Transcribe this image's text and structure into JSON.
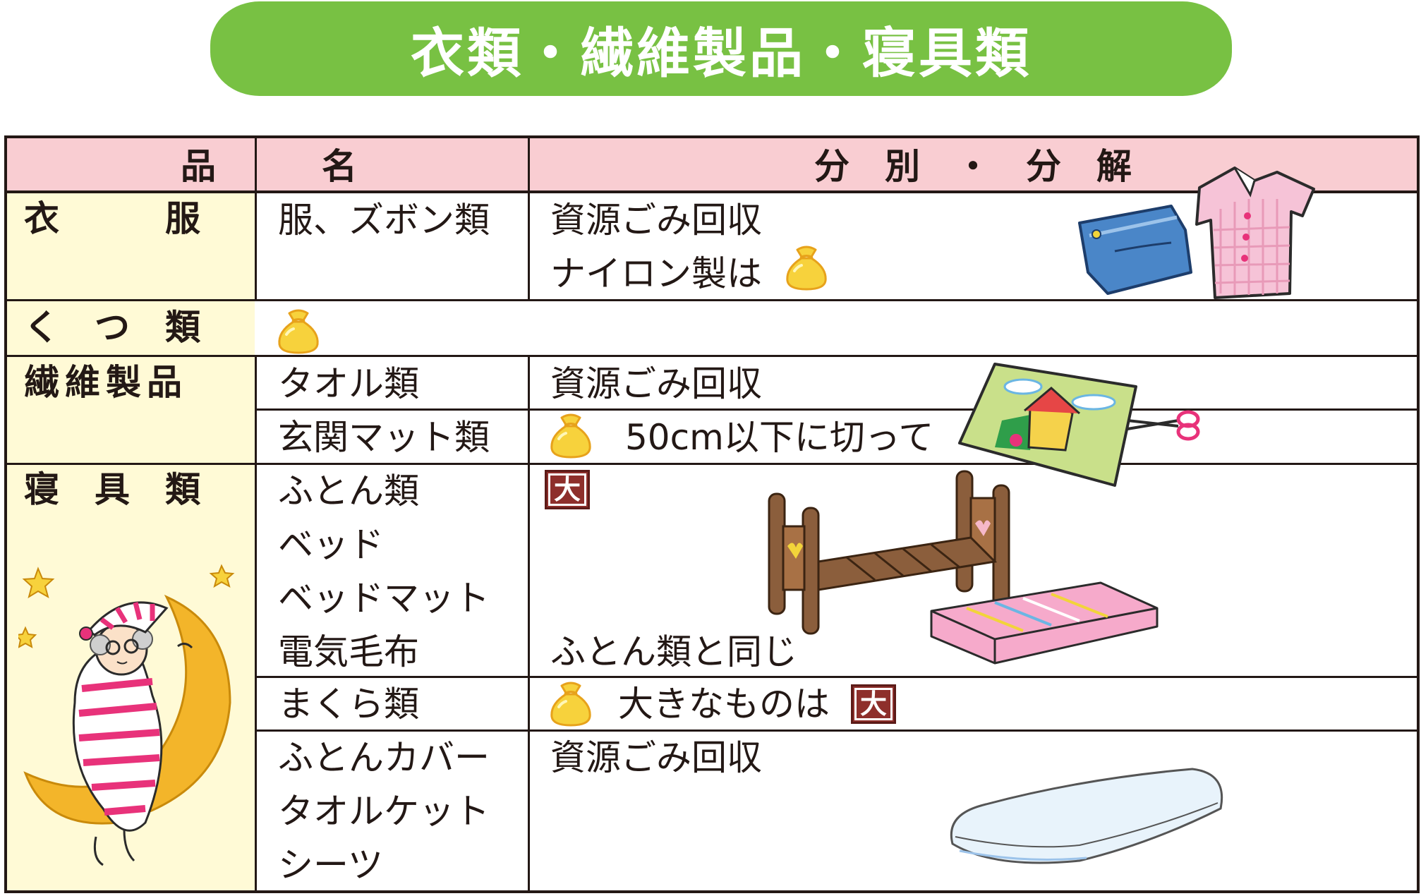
{
  "title": "衣類・繊維製品・寝具類",
  "header": {
    "item_name": "品　　　名",
    "sorting": "分　別　・　分　解"
  },
  "big_label": "大",
  "rows": {
    "clothes": {
      "category": "衣　　　服",
      "item": "服、ズボン類",
      "line1": "資源ごみ回収",
      "line2": "ナイロン製は"
    },
    "shoes": {
      "category": "く　つ　類"
    },
    "textiles": {
      "category": "繊維製品",
      "item1": "タオル類",
      "item1_sorting": "資源ごみ回収",
      "item2": "玄関マット類",
      "item2_sorting": "50cm以下に切って"
    },
    "bedding": {
      "category": "寝　具　類",
      "group1_items": [
        "ふとん類",
        "ベッド",
        "ベッドマット",
        "電気毛布"
      ],
      "group1_sorting": "ふとん類と同じ",
      "item_pillow": "まくら類",
      "pillow_sorting": "大きなものは",
      "group3_items": [
        "ふとんカバー",
        "タオルケット",
        "シーツ"
      ],
      "group3_sorting": "資源ごみ回収"
    }
  },
  "colors": {
    "banner": "#78c143",
    "header_bg": "#f9cdd2",
    "category_bg": "#fffad6",
    "bag_fill": "#f7d23c",
    "big_badge": "#8e2f2b"
  },
  "icons": [
    "burnable-garbage-bag-icon",
    "oversized-garbage-badge-icon",
    "clothes-illustration",
    "doormat-scissors-illustration",
    "bed-mattress-illustration",
    "sheet-illustration",
    "sleeping-grandma-moon-illustration"
  ]
}
